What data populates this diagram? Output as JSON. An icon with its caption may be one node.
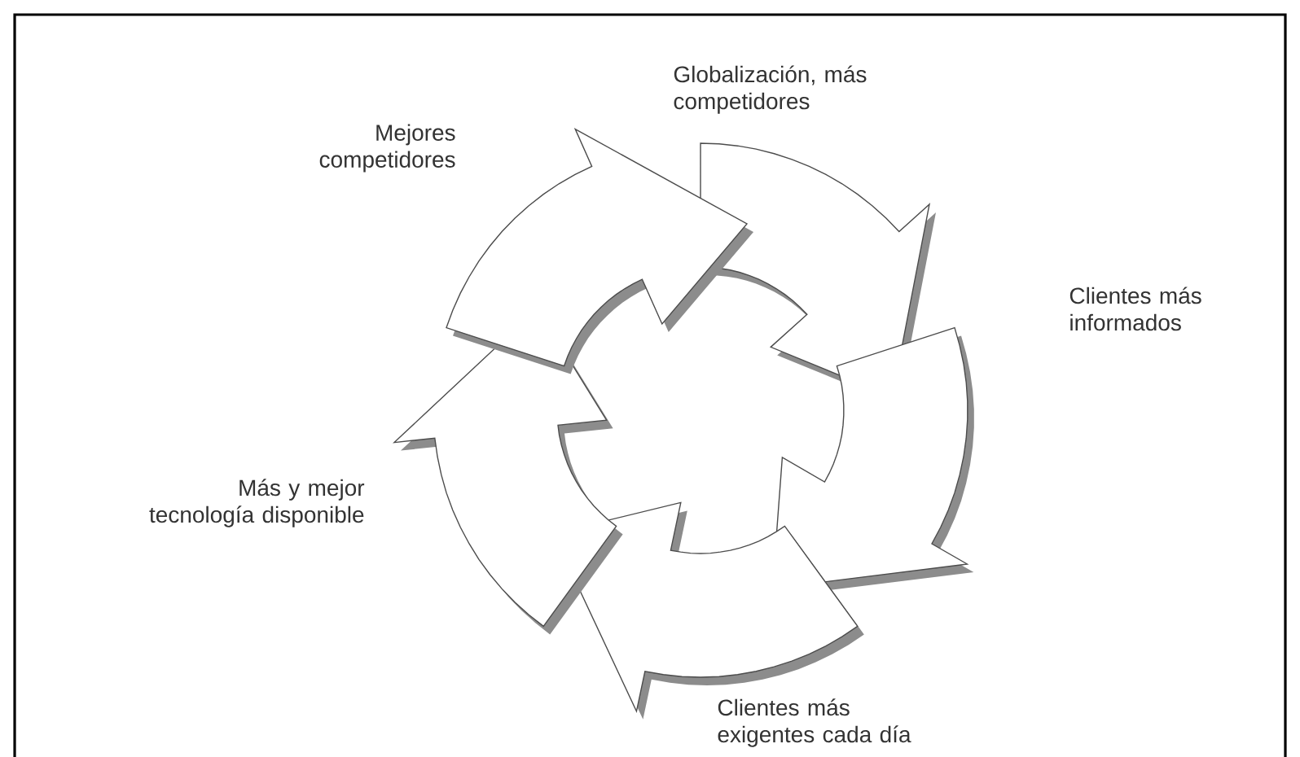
{
  "diagram": {
    "labels": [
      "Globalización, más competidores",
      "Mejores competidores",
      "Clientes más informados",
      "Más y mejor tecnología disponible",
      "Clientes más exigentes cada día"
    ]
  }
}
